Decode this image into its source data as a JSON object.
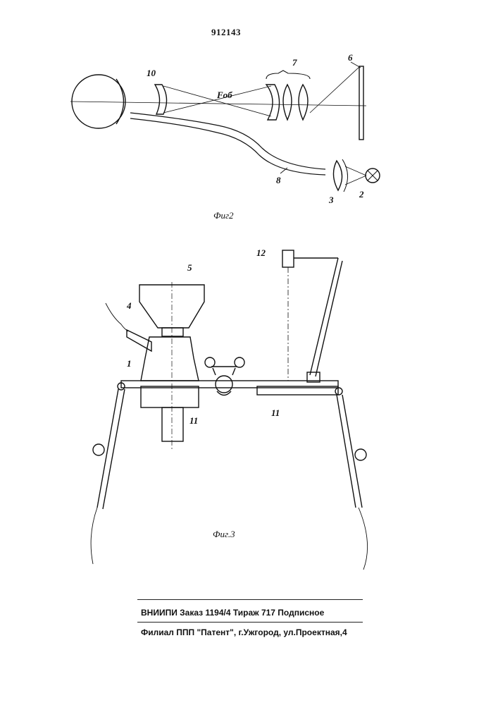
{
  "document": {
    "patent_number": "912143"
  },
  "figure2": {
    "caption": "Фиг2",
    "labels": {
      "l10": "10",
      "l7": "7",
      "l6": "6",
      "fob": "Fоб",
      "l8": "8",
      "l3": "3",
      "l2": "2"
    }
  },
  "figure3": {
    "caption": "Фиг.3",
    "labels": {
      "l12": "12",
      "l5": "5",
      "l4": "4",
      "l1": "1",
      "l11_left": "11",
      "l11_right": "11"
    }
  },
  "footer": {
    "line1": "ВНИИПИ    Заказ 1194/4  Тираж  717    Подписное",
    "line2": "Филиал  ППП  \"Патент\",  г.Ужгород,  ул.Проектная,4"
  }
}
